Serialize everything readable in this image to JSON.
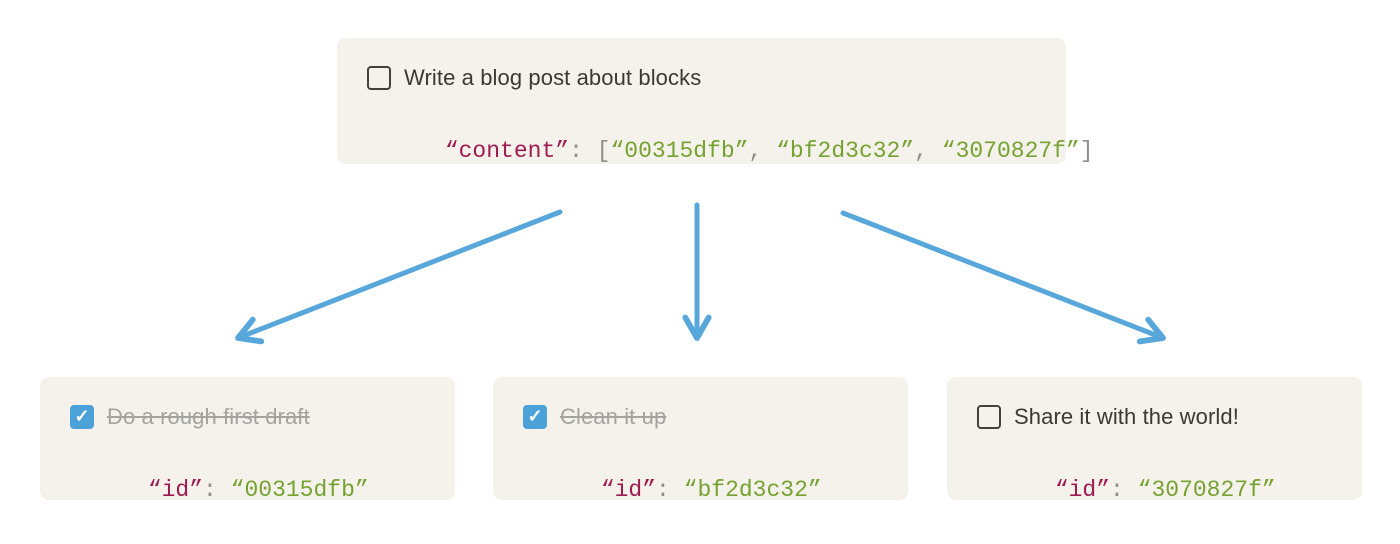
{
  "colors": {
    "page_bg": "#FFFFFF",
    "card_bg": "#F5F1EB",
    "text_dark": "#3C3935",
    "muted_gray": "#A5A3A0",
    "checkbox_border": "#44403B",
    "checkbox_blue": "#4CA1D8",
    "key_maroon": "#9D1C52",
    "value_green": "#75A230",
    "punct_gray": "#908E8B",
    "arrow_blue": "#58A7DB"
  },
  "icons": {
    "checkmark": "✓"
  },
  "parent_card": {
    "completed": false,
    "task_label": "Write a blog post about blocks",
    "code": {
      "key": "“content”",
      "colon": ": ",
      "open_bracket": "[",
      "item1": "“00315dfb”",
      "sep1": ", ",
      "item2": "“bf2d3c32”",
      "sep2": ", ",
      "item3": "“3070827f”",
      "close_bracket": "]"
    }
  },
  "child_cards": [
    {
      "completed": true,
      "task_label": "Do a rough first draft",
      "code": {
        "key": "“id”",
        "colon": ": ",
        "value": "“00315dfb”"
      }
    },
    {
      "completed": true,
      "task_label": "Clean it up",
      "code": {
        "key": "“id”",
        "colon": ": ",
        "value": "“bf2d3c32”"
      }
    },
    {
      "completed": false,
      "task_label": "Share it with the world!",
      "code": {
        "key": "“id”",
        "colon": ": ",
        "value": "“3070827f”"
      }
    }
  ]
}
